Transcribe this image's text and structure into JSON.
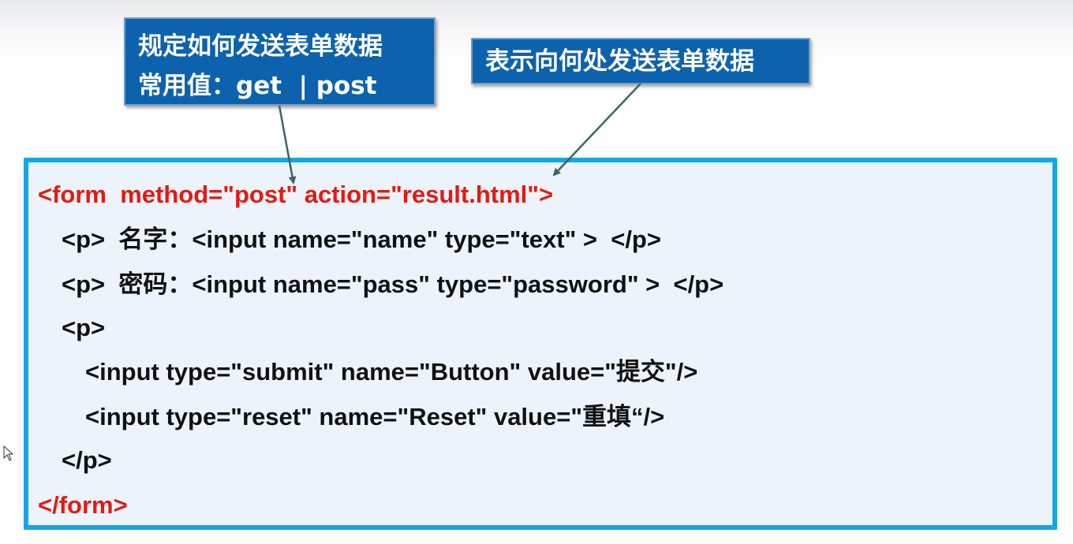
{
  "callouts": {
    "method_note": {
      "line1": "规定如何发送表单数据",
      "line2": "常用值：get  | post"
    },
    "action_note": "表示向何处发送表单数据"
  },
  "code": {
    "lines": [
      "<form  method=\"post\" action=\"result.html\">",
      "<p>  名字：<input name=\"name\" type=\"text\" >  </p>",
      "<p>  密码：<input name=\"pass\" type=\"password\" >  </p>",
      "<p>",
      "<input type=\"submit\" name=\"Button\" value=\"提交\"/>",
      "<input type=\"reset\" name=\"Reset\" value=\"重填“/>",
      "</p>",
      "</form>"
    ]
  },
  "colors": {
    "callout_bg": "#0d62ad",
    "panel_border": "#12a7e8",
    "panel_bg": "#ecf3fb",
    "tag_red": "#e31a12",
    "code_text": "#111111",
    "arrow": "#3d6468"
  },
  "icons": {
    "cursor": "mouse-pointer-icon"
  }
}
